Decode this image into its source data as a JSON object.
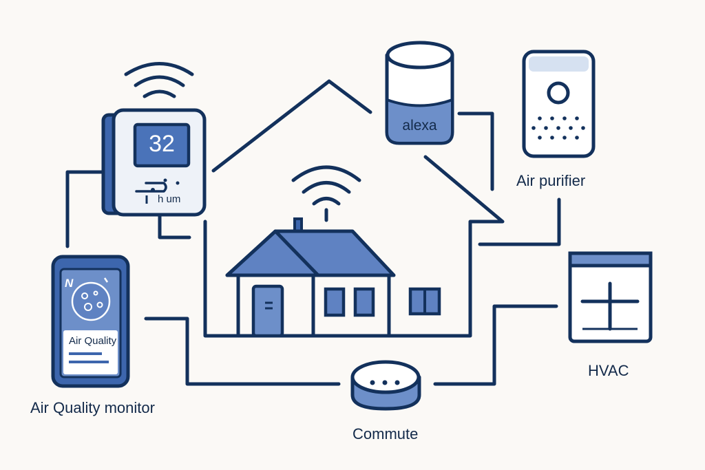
{
  "thermostat": {
    "reading": "32",
    "sub_label": "h um"
  },
  "smart_speaker": {
    "label": "alexa"
  },
  "air_purifier": {
    "label": "Air purifier"
  },
  "hvac": {
    "label": "HVAC"
  },
  "phone": {
    "screen_label": "Air Quality",
    "screen_mark": "N"
  },
  "air_quality_monitor": {
    "label": "Air Quality monitor"
  },
  "hub": {
    "label": "Commute"
  },
  "colors": {
    "line": "#13315c",
    "fill_light": "#d6e1f1",
    "fill_mid": "#6d8fc9",
    "fill_dark": "#3d66ad",
    "background": "#fbf9f6"
  },
  "icons": [
    "wifi-icon",
    "house-icon",
    "door-icon",
    "window-icon",
    "chimney-icon"
  ]
}
